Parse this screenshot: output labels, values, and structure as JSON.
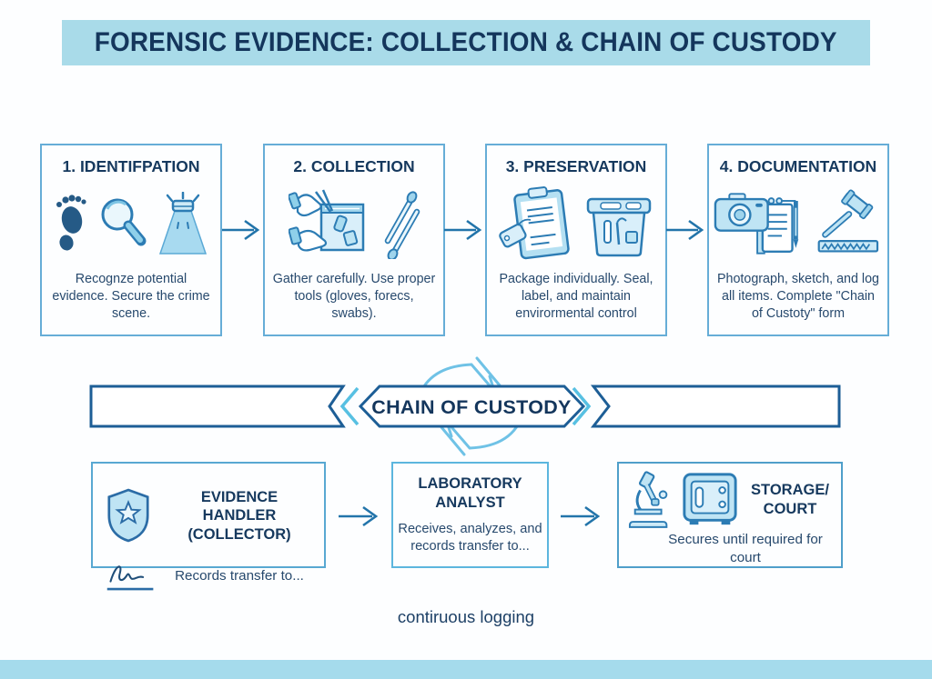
{
  "title_banner": {
    "text": "FORENSIC EVIDENCE: COLLECTION & CHAIN OF CUSTODY"
  },
  "process_steps": [
    {
      "heading": "1. IDENTIFPATION",
      "description": "Recognze potential evidence. Secure the crime scene.",
      "icons": [
        "footprint-icon",
        "magnifier-icon",
        "uv-flashlight-icon"
      ]
    },
    {
      "heading": "2. COLLECTION",
      "description": "Gather carefully. Use proper tools (gloves, forecs, swabs).",
      "icons": [
        "hands-evidence-bag-icon",
        "swabs-icon"
      ]
    },
    {
      "heading": "3. PRESERVATION",
      "description": "Package individually. Seal, label, and maintain envirormental control",
      "icons": [
        "clipboard-tag-icon",
        "evidence-container-icon"
      ]
    },
    {
      "heading": "4. DOCUMENTATION",
      "description": "Photograph, sketch, and log all items. Complete \"Chain of Custoty\" form",
      "icons": [
        "camera-notepad-icon",
        "gavel-ruler-icon"
      ]
    }
  ],
  "chain_banner": {
    "label": "CHAIN OF CUSTODY"
  },
  "custody_roles": [
    {
      "heading": "EVIDENCE HANDLER (COLLECTOR)",
      "description": "Records transfer to...",
      "icons": [
        "police-badge-icon",
        "signature-icon"
      ]
    },
    {
      "heading": "LABORATORY ANALYST",
      "description": "Receives, analyzes, and records transfer to...",
      "icons": []
    },
    {
      "heading": "STORAGE/ COURT",
      "description": "Secures until required for court",
      "icons": [
        "microscope-icon",
        "safe-icon"
      ]
    }
  ],
  "footer": {
    "note": "contiruous logging"
  },
  "colors": {
    "banner_background": "#a9dbe9",
    "footer_bar": "#a5dbec",
    "heading_navy": "#14365c",
    "body_text": "#27496d",
    "box_border": "#66add7",
    "arrow_blue": "#2274aa",
    "ribbon_border": "#1d5e96",
    "chevron_light": "#57c0e2",
    "icon_stroke": "#2c7cb4",
    "icon_fill": "#bfe4f4"
  }
}
